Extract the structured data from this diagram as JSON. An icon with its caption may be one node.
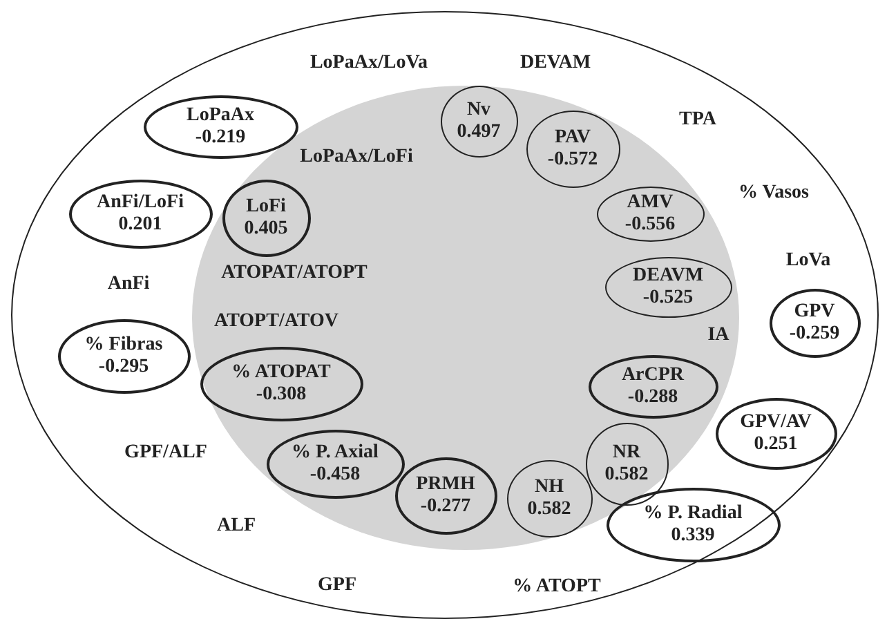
{
  "diagram": {
    "nodes": [
      {
        "text": [],
        "shape": "circle"
      },
      {
        "text": [],
        "shape": "circle",
        "in": 0
      },
      {
        "text": [
          "Nv",
          "0.497"
        ],
        "in": 1
      },
      {
        "text": [
          "LoPaAx",
          "-0.219"
        ],
        "in": 0
      },
      {
        "text": [
          "PAV",
          "-0.572"
        ],
        "in": 1
      },
      {
        "text": [
          "AnFi/LoFi",
          "0.201"
        ],
        "in": 0
      },
      {
        "text": [
          "AMV",
          "-0.556"
        ],
        "in": 1
      },
      {
        "text": [
          "LoFi",
          "0.405"
        ],
        "in": 1
      },
      {
        "text": [
          "DEAVM",
          "-0.525"
        ],
        "in": 1
      },
      {
        "text": [
          "GPV",
          "-0.259"
        ],
        "in": 0
      },
      {
        "text": [
          "% Fibras",
          "-0.295"
        ],
        "in": 0
      },
      {
        "text": [
          "% ATOPAT",
          "-0.308"
        ],
        "in": 1
      },
      {
        "text": [
          "ArCPR",
          "-0.288"
        ],
        "in": 1
      },
      {
        "text": [
          "GPV/AV",
          "0.251"
        ],
        "in": 0
      },
      {
        "text": [
          "% P. Axial",
          "-0.458"
        ],
        "in": 1
      },
      {
        "text": [
          "NR",
          "0.582"
        ],
        "in": 1
      },
      {
        "text": [
          "PRMH",
          "-0.277"
        ],
        "in": 1
      },
      {
        "text": [
          "NH",
          "0.582"
        ],
        "in": 1
      },
      {
        "text": [
          "% P. Radial",
          "0.339"
        ],
        "in": 0
      }
    ],
    "labels": [
      "LoPaAx/LoVa",
      "DEVAM",
      "TPA",
      "LoPaAx/LoFi",
      "% Vasos",
      "LoVa",
      "ATOPAT/ATOPT",
      "AnFi",
      "ATOPT/ATOV",
      "IA",
      "GPF/ALF",
      "ALF",
      "GPF",
      "% ATOPT"
    ]
  }
}
